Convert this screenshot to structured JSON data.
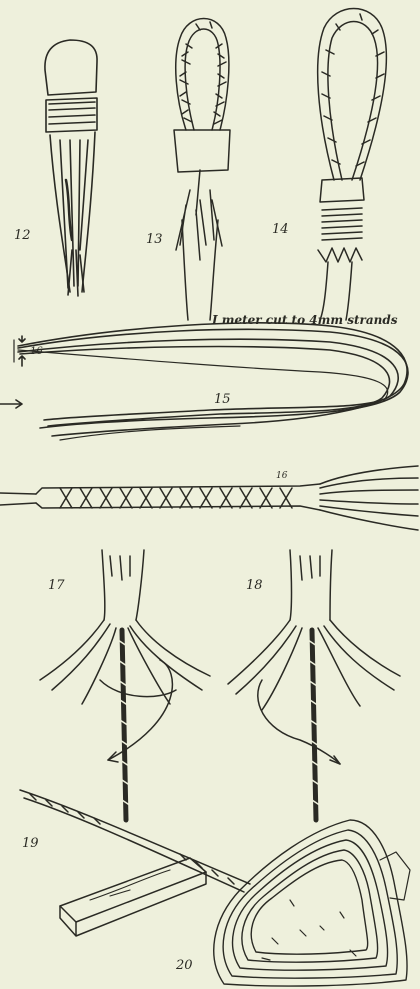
{
  "figure_numbers": {
    "f12": "12",
    "f13": "13",
    "f14": "14",
    "f15": "15",
    "f16_small": "16",
    "f16": "16",
    "f17": "17",
    "f18": "18",
    "f19": "19",
    "f20": "20"
  },
  "annotation": "I meter cut to 4mm strands"
}
